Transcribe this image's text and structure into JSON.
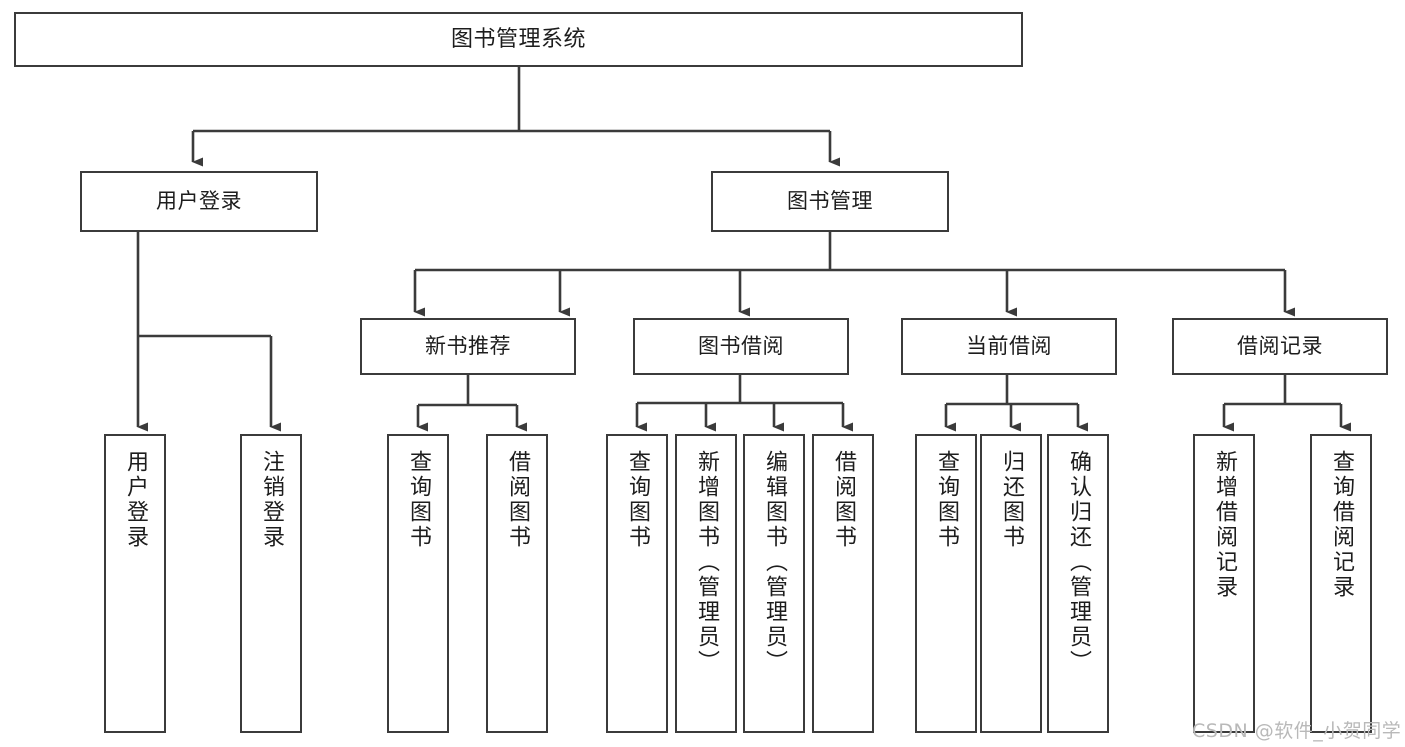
{
  "diagram": {
    "title": "图书管理系统",
    "watermark": "CSDN @软件_小贺同学",
    "line_color": "#3b3b3b",
    "text_color": "#1d1d1d",
    "background": "#ffffff",
    "nodes": {
      "root": "图书管理系统",
      "level2": {
        "user_login": "用户登录",
        "book_manage": "图书管理"
      },
      "level3": {
        "new_book_rec": "新书推荐",
        "book_borrow": "图书借阅",
        "current_borrow": "当前借阅",
        "borrow_record": "借阅记录"
      },
      "leaves": {
        "user_login_1": "用户登录",
        "user_login_2": "注销登录",
        "new_book_rec_1": "查询图书",
        "new_book_rec_2": "借阅图书",
        "book_borrow_1": "查询图书",
        "book_borrow_2": "新增图书（管理员）",
        "book_borrow_3": "编辑图书（管理员）",
        "book_borrow_4": "借阅图书",
        "current_borrow_1": "查询图书",
        "current_borrow_2": "归还图书",
        "current_borrow_3": "确认归还（管理员）",
        "borrow_record_1": "新增借阅记录",
        "borrow_record_2": "查询借阅记录"
      }
    }
  }
}
